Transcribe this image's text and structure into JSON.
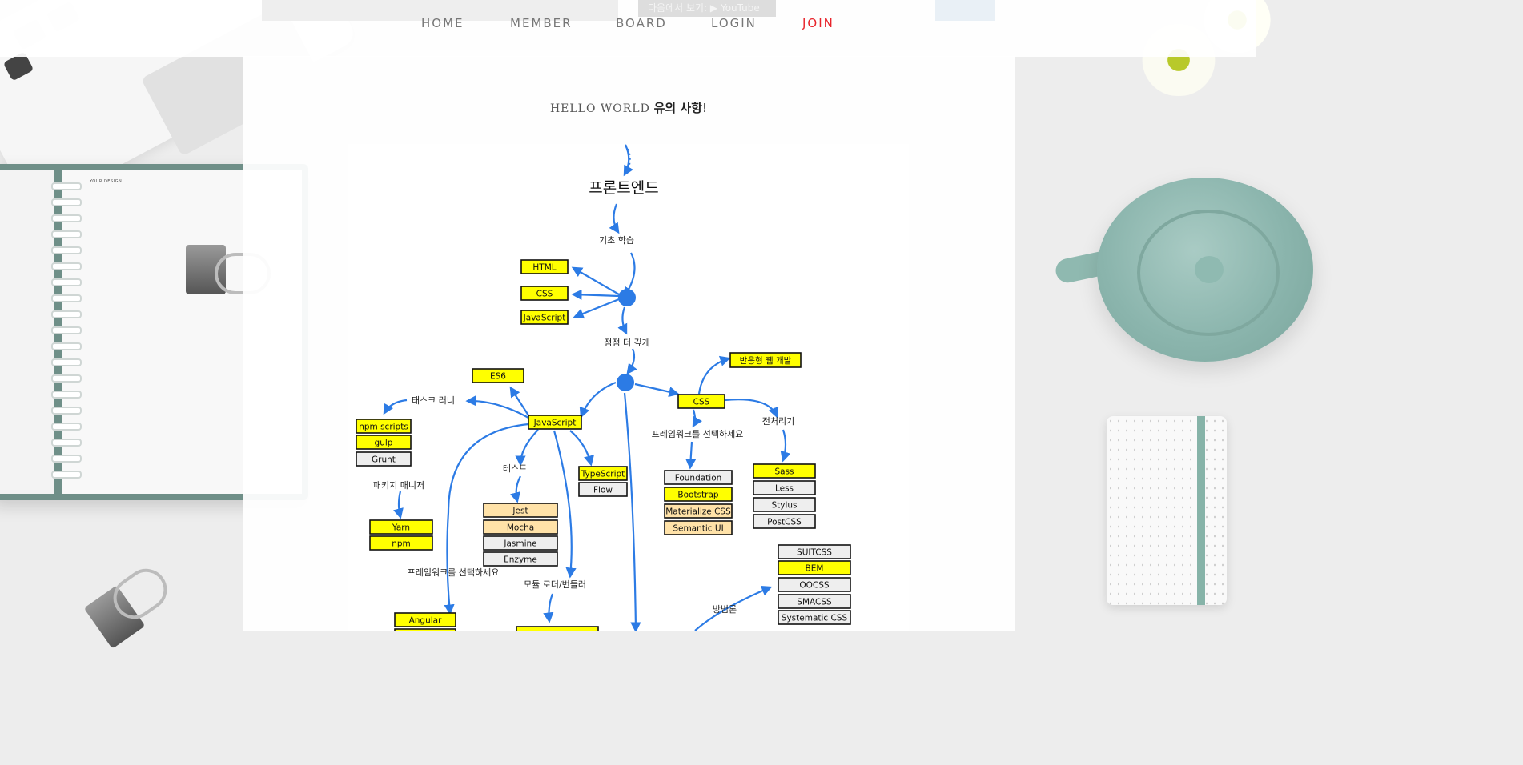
{
  "nav": {
    "items": [
      {
        "label": "HOME"
      },
      {
        "label": "MEMBER"
      },
      {
        "label": "BOARD"
      },
      {
        "label": "LOGIN"
      },
      {
        "label": "JOIN",
        "active": true
      }
    ],
    "color": "#777777",
    "active_color": "#e8242b"
  },
  "top_strip": {
    "youtube_text": "다음에서 보기:  ▶ YouTube"
  },
  "page": {
    "title_en": "HELLO WORLD",
    "title_ko": "유의 사항",
    "title_end": "!"
  },
  "desk": {
    "brand_text": "YOUR DESIGN"
  },
  "roadmap": {
    "heading": "프론트엔드",
    "highlight_color": "#ffff00",
    "secondary_color": "#ffe2a8",
    "plain_color": "#eeeeee",
    "accent_color": "#2c7be5",
    "labels": {
      "basics": "기초 학습",
      "deeper": "점점 더 깊게",
      "task_runner": "태스크 러너",
      "package_manager": "패키지 매니저",
      "framework_js": "프레임워크를 선택하세요",
      "test": "테스트",
      "module_loader": "모듈 로더/번들러",
      "framework_css": "프레임워크를 선택하세요",
      "preprocessor": "전처리기",
      "methodology": "방법론"
    },
    "nodes": {
      "html": "HTML",
      "css_basic": "CSS",
      "js_basic": "JavaScript",
      "es6": "ES6",
      "javascript": "JavaScript",
      "css": "CSS",
      "responsive": "반응형 웹 개발",
      "npm_scripts": "npm scripts",
      "gulp": "gulp",
      "grunt": "Grunt",
      "yarn": "Yarn",
      "npm": "npm",
      "jest": "Jest",
      "mocha": "Mocha",
      "jasmine": "Jasmine",
      "enzyme": "Enzyme",
      "typescript": "TypeScript",
      "flow": "Flow",
      "angular": "Angular",
      "foundation": "Foundation",
      "bootstrap": "Bootstrap",
      "materialize": "Materialize CSS",
      "semantic": "Semantic UI",
      "sass": "Sass",
      "less": "Less",
      "stylus": "Stylus",
      "postcss": "PostCSS",
      "suitcss": "SUITCSS",
      "bem": "BEM",
      "oocss": "OOCSS",
      "smacss": "SMACSS",
      "systematic": "Systematic CSS"
    }
  }
}
